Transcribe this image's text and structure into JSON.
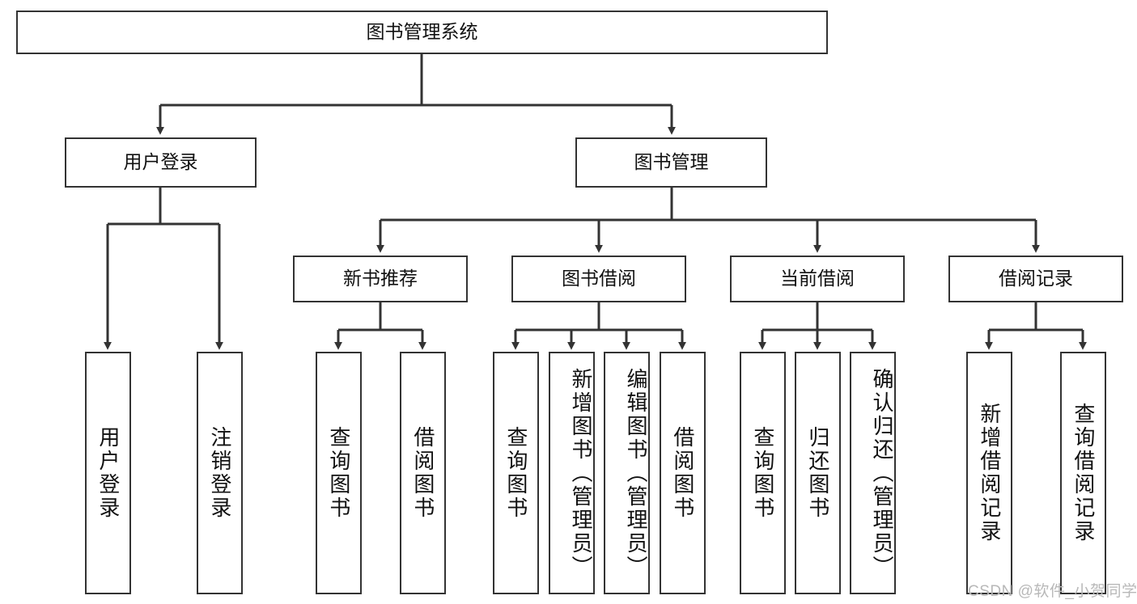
{
  "diagram": {
    "title": "图书管理系统",
    "type": "function-hierarchy-tree",
    "root": {
      "id": "root",
      "label": "图书管理系统"
    },
    "level2": [
      {
        "id": "user-login",
        "label": "用户登录"
      },
      {
        "id": "book-manage",
        "label": "图书管理"
      }
    ],
    "level3": [
      {
        "id": "new-book-rec",
        "label": "新书推荐"
      },
      {
        "id": "book-borrow",
        "label": "图书借阅"
      },
      {
        "id": "current-borrow",
        "label": "当前借阅"
      },
      {
        "id": "borrow-record",
        "label": "借阅记录"
      }
    ],
    "leaves": {
      "user_login": [
        {
          "id": "leaf-user-login",
          "label": "用户登录"
        },
        {
          "id": "leaf-user-logout",
          "label": "注销登录"
        }
      ],
      "new_book_rec": [
        {
          "id": "leaf-query-book-1",
          "label": "查询图书"
        },
        {
          "id": "leaf-borrow-book-1",
          "label": "借阅图书"
        }
      ],
      "book_borrow": [
        {
          "id": "leaf-query-book-2",
          "label": "查询图书"
        },
        {
          "id": "leaf-add-book",
          "label": "新增图书（管理员）"
        },
        {
          "id": "leaf-edit-book",
          "label": "编辑图书（管理员）"
        },
        {
          "id": "leaf-borrow-book-2",
          "label": "借阅图书"
        }
      ],
      "current_borrow": [
        {
          "id": "leaf-query-book-3",
          "label": "查询图书"
        },
        {
          "id": "leaf-return-book",
          "label": "归还图书"
        },
        {
          "id": "leaf-confirm-return",
          "label": "确认归还（管理员）"
        }
      ],
      "borrow_record": [
        {
          "id": "leaf-add-record",
          "label": "新增借阅记录"
        },
        {
          "id": "leaf-query-record",
          "label": "查询借阅记录"
        }
      ]
    }
  },
  "watermark": {
    "text": "CSDN @软件_小贺同学"
  },
  "colors": {
    "border": "#333333",
    "background": "#ffffff",
    "text": "#111111",
    "watermark": "#b8b8b8"
  }
}
